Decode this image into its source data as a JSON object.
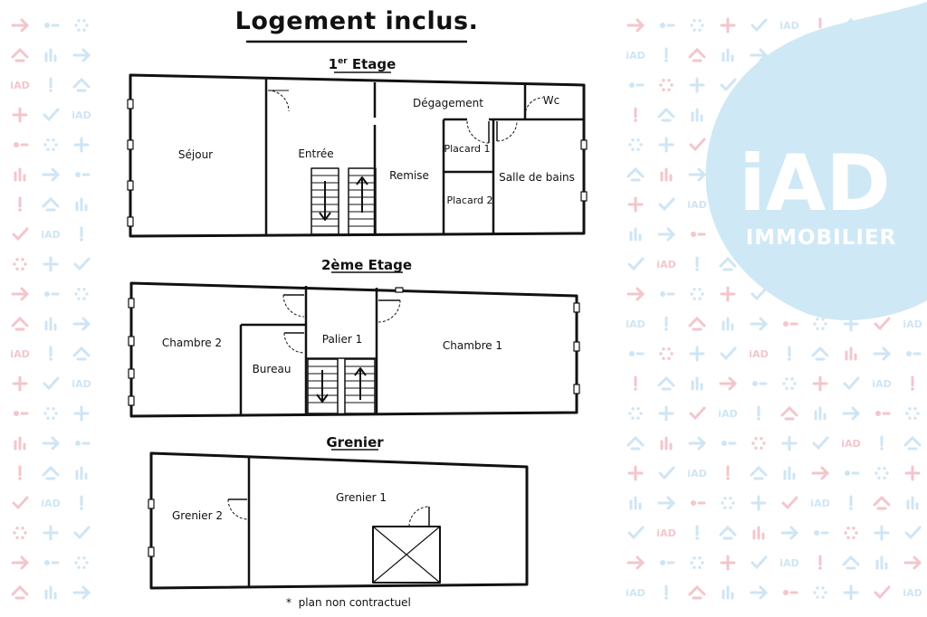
{
  "title": "Logement inclus.",
  "note": "plan non contractuel",
  "note_mark": "*",
  "brand": {
    "logo_text": "iAD",
    "subtitle": "IMMOBILIER",
    "color": "#cfe8f6"
  },
  "pattern": {
    "colors": {
      "pink": "#f3c6cc",
      "blue": "#cfe5f4"
    },
    "icons": [
      "arrow",
      "check",
      "bars",
      "plus",
      "house",
      "gear",
      "exclamation",
      "dots",
      "iad-mini"
    ]
  },
  "floors": {
    "first": {
      "title_prefix": "1",
      "title_sup": "er",
      "title_rest": " Etage",
      "rooms": {
        "sejour": "Séjour",
        "entree": "Entrée",
        "degagement": "Dégagement",
        "wc": "Wc",
        "placard1": "Placard 1",
        "placard2": "Placard 2",
        "remise": "Remise",
        "salle_de_bains": "Salle de bains"
      }
    },
    "second": {
      "title": "2ème Etage",
      "rooms": {
        "chambre2": "Chambre 2",
        "bureau": "Bureau",
        "palier1": "Palier 1",
        "chambre1": "Chambre 1"
      }
    },
    "attic": {
      "title": "Grenier",
      "rooms": {
        "grenier2": "Grenier 2",
        "grenier1": "Grenier 1"
      }
    }
  }
}
